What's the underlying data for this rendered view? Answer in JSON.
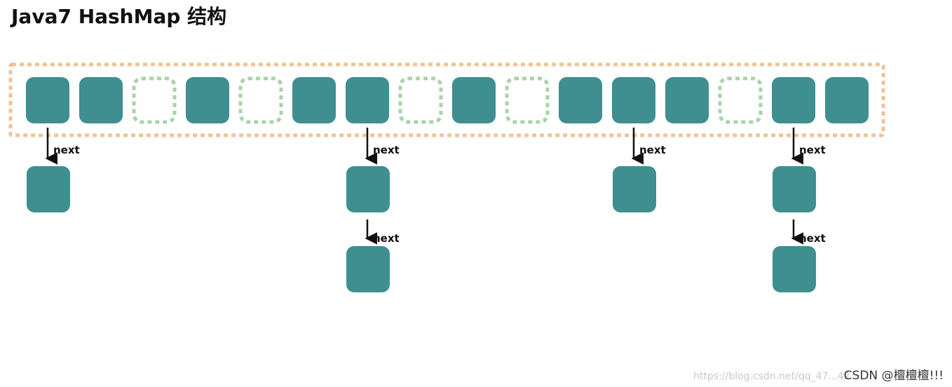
{
  "title": "Java7 HashMap 结构",
  "table": {
    "border_color": "#f0c393",
    "slots": [
      "filled",
      "filled",
      "empty",
      "filled",
      "empty",
      "filled",
      "filled",
      "empty",
      "filled",
      "empty",
      "filled",
      "filled",
      "filled",
      "empty",
      "filled",
      "filled"
    ]
  },
  "chains": [
    {
      "slot": 0,
      "length": 1
    },
    {
      "slot": 6,
      "length": 2
    },
    {
      "slot": 11,
      "length": 1
    },
    {
      "slot": 14,
      "length": 2
    }
  ],
  "next_label": "next",
  "colors": {
    "entry": "#3f8f91",
    "empty_border": "#a9d3a9",
    "arrow": "#111111"
  },
  "watermark": {
    "url": "https://blog.csdn.net/qq_47...42",
    "brand": "CSDN @檀檀檀!!!"
  }
}
